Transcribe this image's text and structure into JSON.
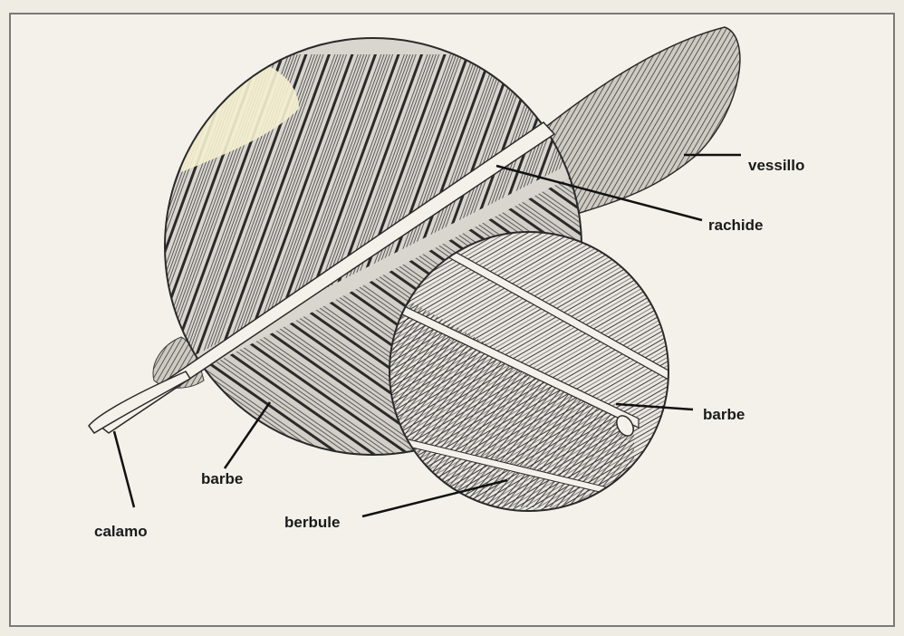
{
  "labels": {
    "vessillo": "vessillo",
    "rachide": "rachide",
    "barbe_right": "barbe",
    "barbe_left": "barbe",
    "berbule": "berbule",
    "calamo": "calamo"
  },
  "colors": {
    "ink": "#2a2a2a",
    "paper": "#f3f1ea",
    "highlight": "#f4efcf",
    "border": "#7a7a78"
  }
}
